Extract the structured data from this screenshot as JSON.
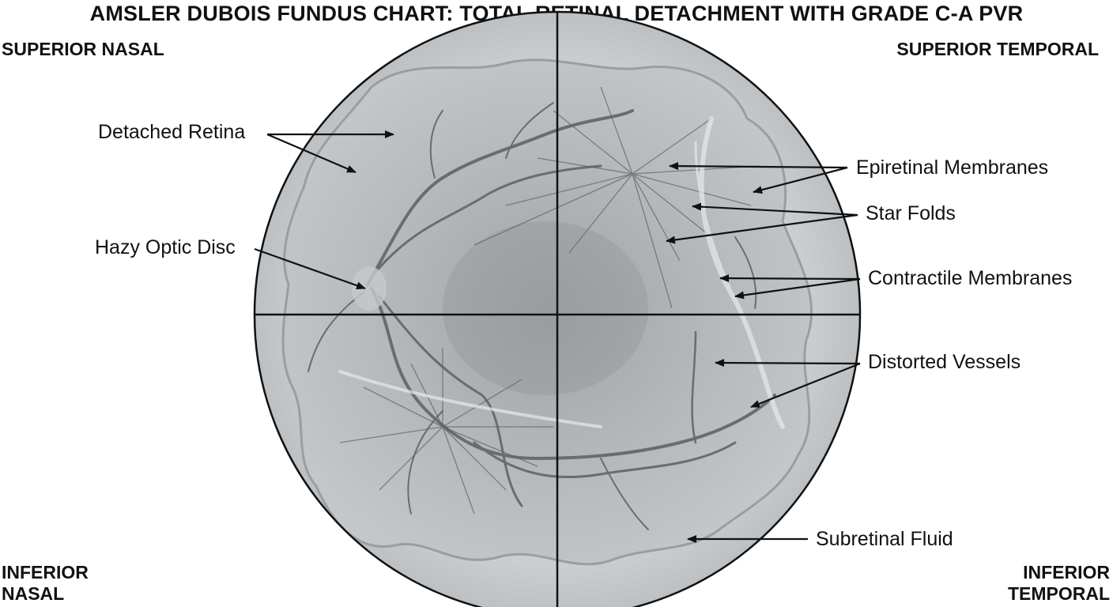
{
  "title": "AMSLER DUBOIS FUNDUS CHART: TOTAL RETINAL DETACHMENT WITH GRADE C-A PVR",
  "quadrants": {
    "superior_nasal": "SUPERIOR NASAL",
    "superior_temporal": "SUPERIOR TEMPORAL",
    "inferior_nasal": [
      "INFERIOR",
      "NASAL"
    ],
    "inferior_temporal": [
      "INFERIOR",
      "TEMPORAL"
    ]
  },
  "labels": {
    "detached_retina": "Detached Retina",
    "hazy_optic_disc": "Hazy Optic Disc",
    "epiretinal_membranes": "Epiretinal Membranes",
    "star_folds": "Star Folds",
    "contractile_membranes": "Contractile Membranes",
    "distorted_vessels": "Distorted Vessels",
    "subretinal_fluid": "Subretinal Fluid"
  },
  "colors": {
    "fundus_outer": "#c9ccce",
    "detached_retina": "#b7babc",
    "vessels": "#6a6d70",
    "membranes": "#5e6164"
  }
}
